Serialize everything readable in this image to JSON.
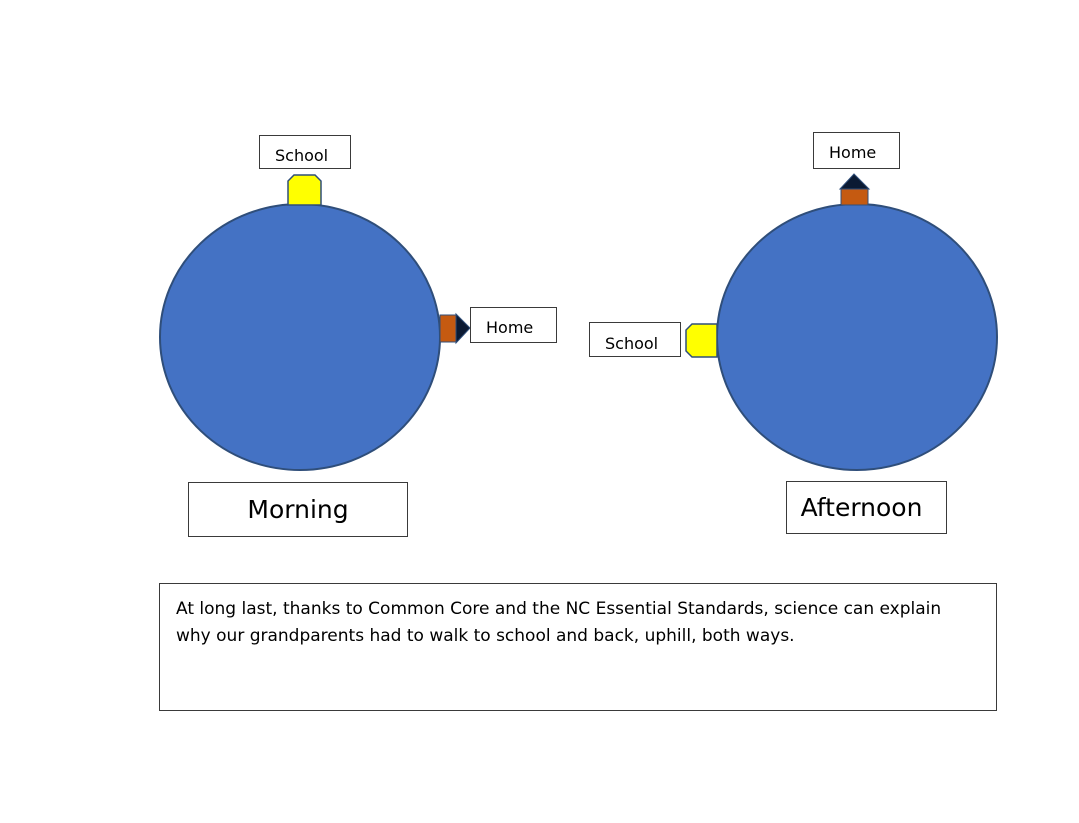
{
  "colors": {
    "planet": "#4472C4",
    "planet_outline": "#2F4E7A",
    "school": "#FFFF00",
    "house": "#C55A11",
    "roof": "#0B1A33"
  },
  "morning": {
    "title": "Morning",
    "school_label": "School",
    "home_label": "Home"
  },
  "afternoon": {
    "title": "Afternoon",
    "school_label": "School",
    "home_label": "Home"
  },
  "caption": "At long last, thanks to Common Core and the NC Essential Standards, science can explain why our grandparents had to walk to school and back, uphill, both ways."
}
